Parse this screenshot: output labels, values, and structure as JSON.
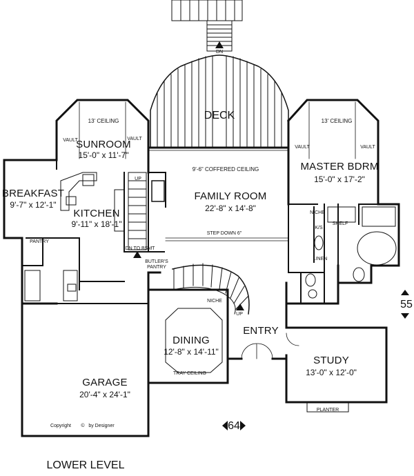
{
  "labels": {
    "deck": "DECK",
    "dn_top": "DN",
    "sunroom": {
      "ceiling": "13' CEILING",
      "name": "SUNROOM",
      "dims": "15'-0\" x 11'-7\"",
      "vault_left": "VAULT",
      "vault_right": "VAULT"
    },
    "master": {
      "ceiling": "13' CEILING",
      "name": "MASTER BDRM",
      "dims": "15'-0\" x 17'-2\"",
      "vault_left": "VAULT",
      "vault_right": "VAULT"
    },
    "family": {
      "ceiling": "9'-6\" COFFERED CEILING",
      "name": "FAMILY ROOM",
      "dims": "22'-8\" x 14'-8\"",
      "step": "STEP DOWN 6\""
    },
    "breakfast": {
      "name": "BREAKFAST",
      "dims": "9'-7\" x 12'-1\""
    },
    "kitchen": {
      "name": "KITCHEN",
      "dims": "9'-11\" x 18'-1\""
    },
    "pantry": "PANTRY",
    "up": "UP",
    "dn_bsmt": "DN TO BSMT",
    "butlers": "BUTLER'S",
    "butlers_pantry": "PANTRY",
    "niche": "NICHE",
    "niche_bath": "NICHE",
    "ks": "K/S",
    "shelf": "SHELF",
    "linen": "LINEN",
    "entry_up": "UP",
    "entry": "ENTRY",
    "dining": {
      "name": "DINING",
      "dims": "12'-8\" x 14'-11\"",
      "ceiling": "TRAY CEILING"
    },
    "study": {
      "name": "STUDY",
      "dims": "13'-0\" x 12'-0\""
    },
    "planter": "PLANTER",
    "garage": {
      "name": "GARAGE",
      "dims": "20'-4\" x 24'-1\""
    },
    "copyright": "Copyright",
    "copyright_by": "by Designer",
    "width_dim": "64",
    "depth_dim": "55",
    "level": "LOWER LEVEL"
  }
}
